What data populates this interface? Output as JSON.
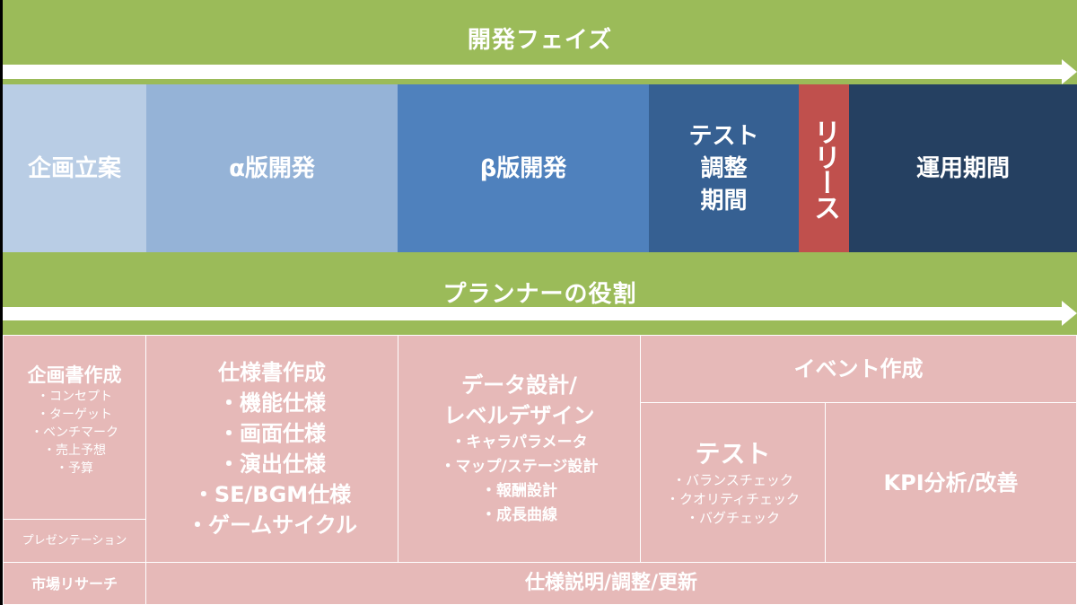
{
  "colors": {
    "band_green": "#9bbb59",
    "arrow_white": "#ffffff",
    "planning": "#b9cde5",
    "alpha": "#95b3d7",
    "beta": "#4f81bd",
    "test": "#366092",
    "release": "#c0504d",
    "operation": "#254061",
    "role_cell": "#e6b9b8"
  },
  "dev_phase": {
    "title": "開発フェイズ",
    "phases": [
      {
        "label": "企画立案"
      },
      {
        "label": "α版開発"
      },
      {
        "label": "β版開発"
      },
      {
        "label": "テスト\n調整\n期間",
        "lines": [
          "テスト",
          "調整",
          "期間"
        ]
      },
      {
        "label": "リリース"
      },
      {
        "label": "運用期間"
      }
    ]
  },
  "planner_role": {
    "title": "プランナーの役割",
    "cells": {
      "proposal": {
        "title": "企画書作成",
        "items": [
          "・コンセプト",
          "・ターゲット",
          "・ベンチマーク",
          "・売上予想",
          "・予算"
        ]
      },
      "presentation": {
        "title": "プレゼンテーション"
      },
      "market_research": {
        "title": "市場リサーチ"
      },
      "spec": {
        "title": "仕様書作成",
        "items": [
          "・機能仕様",
          "・画面仕様",
          "・演出仕様",
          "・SE/BGM仕様",
          "・ゲームサイクル"
        ]
      },
      "data_design": {
        "title_lines": [
          "データ設計/",
          "レベルデザイン"
        ],
        "items": [
          "・キャラパラメータ",
          "・マップ/ステージ設計",
          "・報酬設計",
          "・成長曲線"
        ]
      },
      "event": {
        "title": "イベント作成"
      },
      "test": {
        "title": "テスト",
        "items": [
          "・バランスチェック",
          "・クオリティチェック",
          "・バグチェック"
        ]
      },
      "kpi": {
        "title": "KPI分析/改善"
      },
      "spec_update": {
        "title": "仕様説明/調整/更新"
      }
    }
  }
}
